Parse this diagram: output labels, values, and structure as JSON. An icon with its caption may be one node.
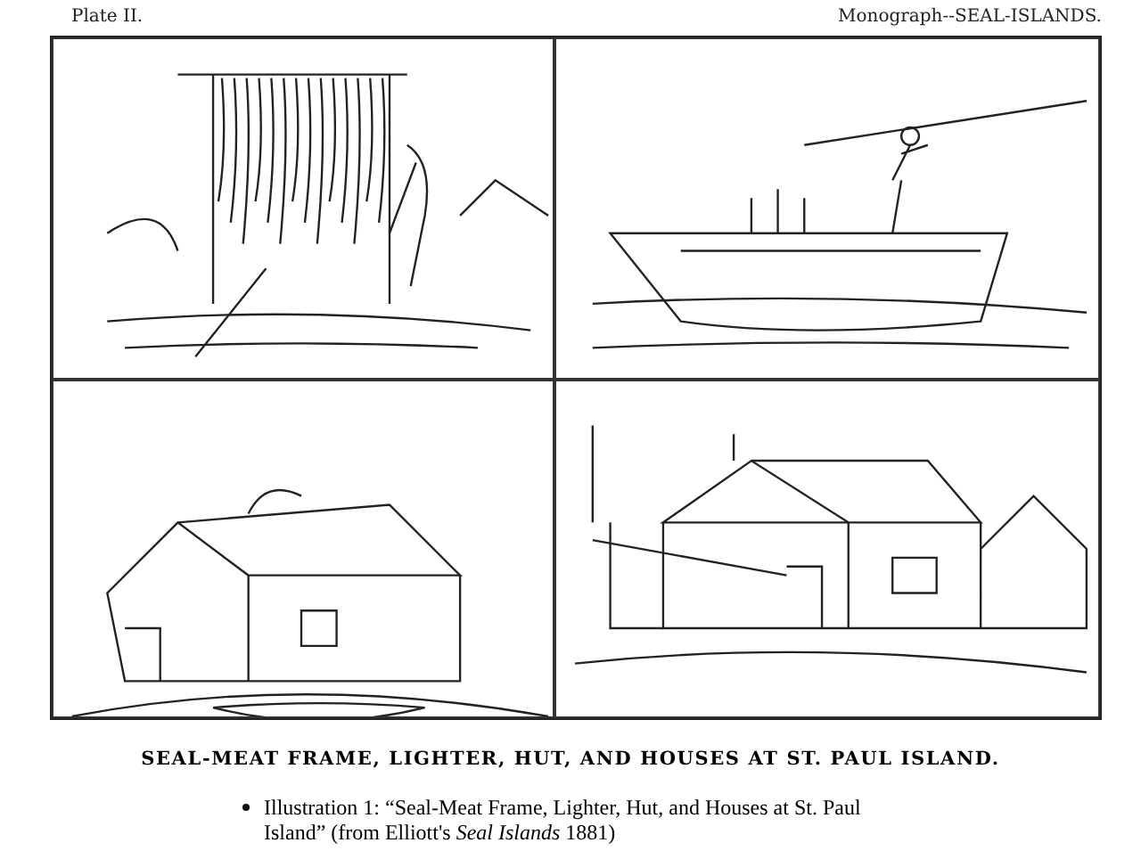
{
  "diagram": {
    "title": "SEAL-MEAT FRAME, LIGHTER, HUT, AND HOUSES AT ST. PAUL ISLAND.",
    "caption": "Illustration 1: “Seal-Meat Frame, Lighter, Hut, and Houses at St. Paul Island” (from Elliott's *Seal Islands* 1881)",
    "nodes": [
      {
        "text": [],
        "shape": "picture"
      },
      {
        "text": [],
        "shape": "picture"
      },
      {
        "text": [],
        "shape": "picture"
      },
      {
        "text": [],
        "shape": "picture"
      }
    ],
    "labels": [
      "Plate II.",
      "Monograph--SEAL-ISLANDS."
    ]
  }
}
